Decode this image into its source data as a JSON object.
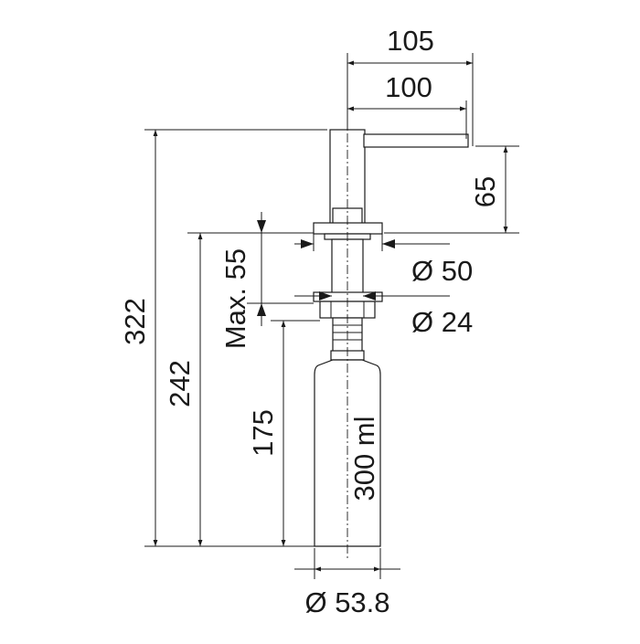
{
  "drawing": {
    "labels": {
      "spout_reach_outer": "105",
      "spout_reach_inner": "100",
      "spout_height": "65",
      "total_height": "322",
      "height_below_flange": "242",
      "max_counter_thickness": "Max. 55",
      "flange_diameter": "Ø 50",
      "hole_diameter": "Ø 24",
      "bottle_height": "175",
      "bottle_capacity": "300 ml",
      "bottle_diameter": "Ø 53.8"
    },
    "colors": {
      "line": "#1a1a1a",
      "background": "#ffffff"
    }
  }
}
